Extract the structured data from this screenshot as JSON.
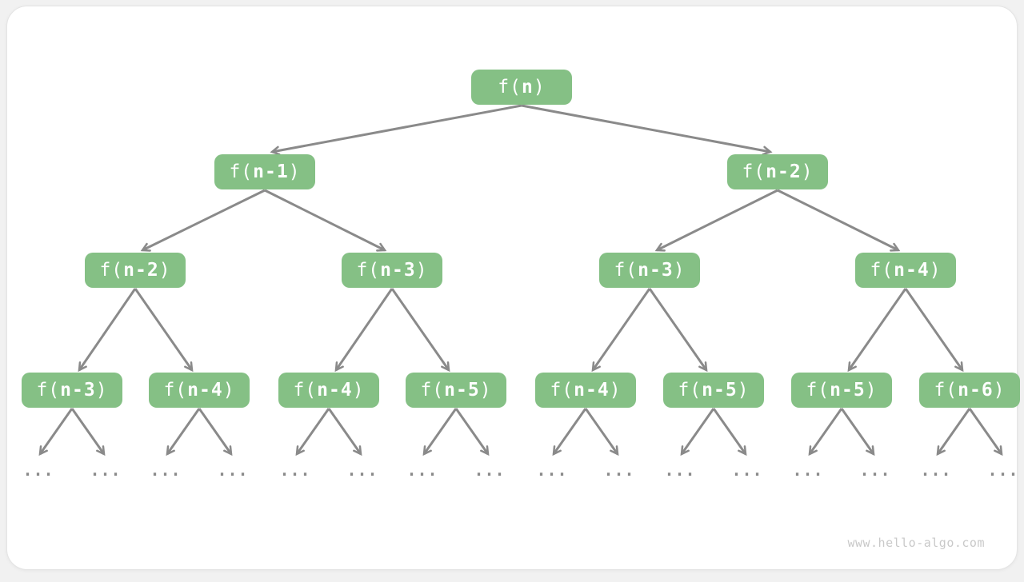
{
  "diagram": {
    "watermark": "www.hello-algo.com",
    "ellipsis_label": "...",
    "colors": {
      "node_fill": "#85C085",
      "node_text": "#FFFFFF",
      "arrow": "#8A8A8A",
      "dots": "#8A8A8A",
      "panel_background": "#FFFFFF",
      "page_background": "#F1F1F1",
      "watermark_text": "#C9C9C9"
    },
    "tree": {
      "nodes": [
        {
          "id": "root",
          "level": 1,
          "label": "f(n)",
          "pre": "f(",
          "var": "n",
          "post": ")"
        },
        {
          "id": "L2-1",
          "level": 2,
          "label": "f(n-1)",
          "pre": "f(",
          "var": "n-1",
          "post": ")"
        },
        {
          "id": "L2-2",
          "level": 2,
          "label": "f(n-2)",
          "pre": "f(",
          "var": "n-2",
          "post": ")"
        },
        {
          "id": "L3-1",
          "level": 3,
          "label": "f(n-2)",
          "pre": "f(",
          "var": "n-2",
          "post": ")"
        },
        {
          "id": "L3-2",
          "level": 3,
          "label": "f(n-3)",
          "pre": "f(",
          "var": "n-3",
          "post": ")"
        },
        {
          "id": "L3-3",
          "level": 3,
          "label": "f(n-3)",
          "pre": "f(",
          "var": "n-3",
          "post": ")"
        },
        {
          "id": "L3-4",
          "level": 3,
          "label": "f(n-4)",
          "pre": "f(",
          "var": "n-4",
          "post": ")"
        },
        {
          "id": "L4-1",
          "level": 4,
          "label": "f(n-3)",
          "pre": "f(",
          "var": "n-3",
          "post": ")"
        },
        {
          "id": "L4-2",
          "level": 4,
          "label": "f(n-4)",
          "pre": "f(",
          "var": "n-4",
          "post": ")"
        },
        {
          "id": "L4-3",
          "level": 4,
          "label": "f(n-4)",
          "pre": "f(",
          "var": "n-4",
          "post": ")"
        },
        {
          "id": "L4-4",
          "level": 4,
          "label": "f(n-5)",
          "pre": "f(",
          "var": "n-5",
          "post": ")"
        },
        {
          "id": "L4-5",
          "level": 4,
          "label": "f(n-4)",
          "pre": "f(",
          "var": "n-4",
          "post": ")"
        },
        {
          "id": "L4-6",
          "level": 4,
          "label": "f(n-5)",
          "pre": "f(",
          "var": "n-5",
          "post": ")"
        },
        {
          "id": "L4-7",
          "level": 4,
          "label": "f(n-5)",
          "pre": "f(",
          "var": "n-5",
          "post": ")"
        },
        {
          "id": "L4-8",
          "level": 4,
          "label": "f(n-6)",
          "pre": "f(",
          "var": "n-6",
          "post": ")"
        }
      ],
      "edges": [
        [
          "root",
          "L2-1"
        ],
        [
          "root",
          "L2-2"
        ],
        [
          "L2-1",
          "L3-1"
        ],
        [
          "L2-1",
          "L3-2"
        ],
        [
          "L2-2",
          "L3-3"
        ],
        [
          "L2-2",
          "L3-4"
        ],
        [
          "L3-1",
          "L4-1"
        ],
        [
          "L3-1",
          "L4-2"
        ],
        [
          "L3-2",
          "L4-3"
        ],
        [
          "L3-2",
          "L4-4"
        ],
        [
          "L3-3",
          "L4-5"
        ],
        [
          "L3-3",
          "L4-6"
        ],
        [
          "L3-4",
          "L4-7"
        ],
        [
          "L3-4",
          "L4-8"
        ]
      ]
    }
  }
}
